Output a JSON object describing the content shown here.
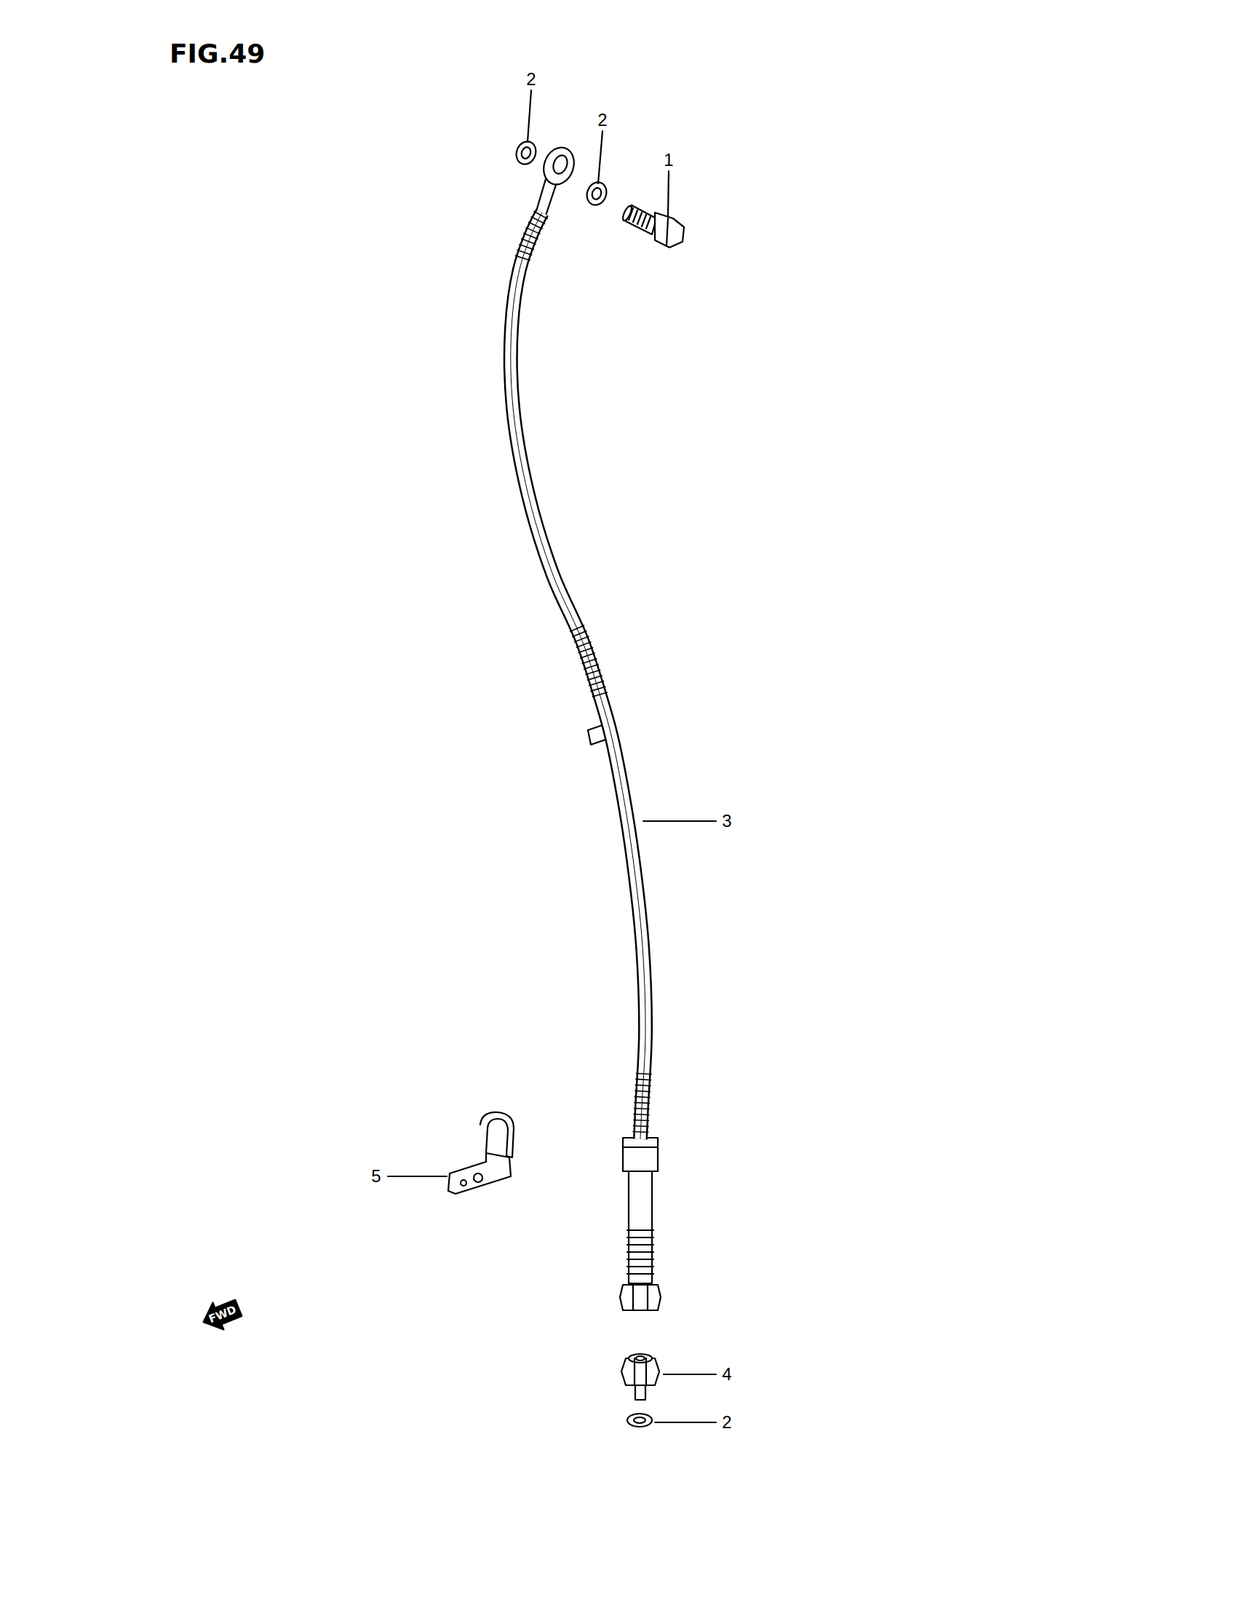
{
  "diagram": {
    "title": "FIG.49",
    "labels": [
      "2",
      "2",
      "1",
      "3",
      "5",
      "4",
      "2",
      "FWD"
    ]
  }
}
